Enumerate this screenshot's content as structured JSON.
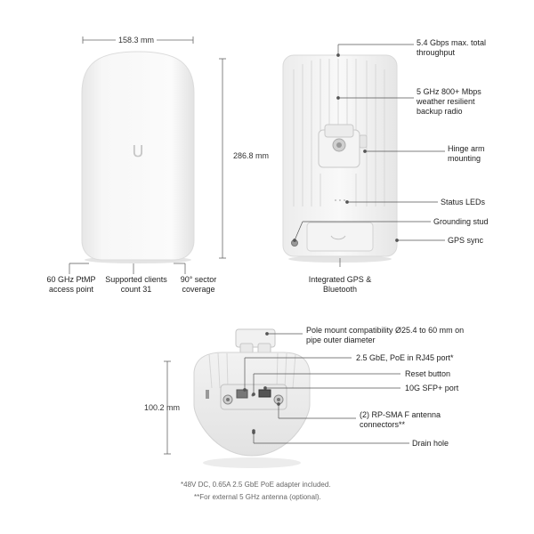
{
  "dimensions": {
    "width_top": "158.3 mm",
    "height_top": "286.8 mm",
    "height_bottom": "100.2 mm"
  },
  "front_labels": {
    "ptmp": "60 GHz PtMP access point",
    "clients": "Supported clients count 31",
    "sector": "90° sector coverage",
    "logo": "U"
  },
  "back_labels": {
    "throughput": "5.4 Gbps max. total throughput",
    "backup_radio": "5 GHz 800+ Mbps weather resilient backup radio",
    "hinge": "Hinge arm mounting",
    "status_leds": "Status LEDs",
    "grounding": "Grounding stud",
    "gps_sync": "GPS sync",
    "integrated_gps": "Integrated GPS & Bluetooth"
  },
  "bottom_labels": {
    "pole_mount": "Pole mount compatibility Ø25.4 to 60 mm on pipe outer diameter",
    "poe": "2.5 GbE, PoE in RJ45 port*",
    "reset": "Reset button",
    "sfp": "10G SFP+ port",
    "antenna": "(2) RP-SMA F antenna connectors**",
    "drain": "Drain hole"
  },
  "footnotes": {
    "adapter": "*48V DC, 0.65A 2.5 GbE PoE adapter included.",
    "external": "**For external 5 GHz antenna (optional)."
  }
}
